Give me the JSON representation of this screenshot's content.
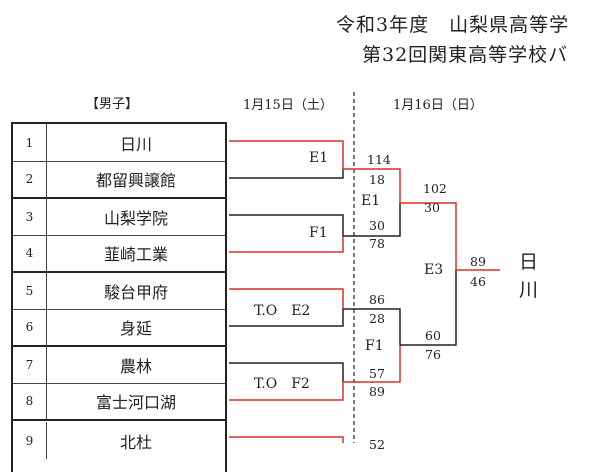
{
  "title": {
    "line1": "令和3年度　山梨県高等学",
    "line2": "第32回関東高等学校バ"
  },
  "section_label": "【男子】",
  "dates": {
    "day1": "1月15日（土）",
    "day2": "1月16日（日）"
  },
  "teams": [
    {
      "seed": "1",
      "name": "日川"
    },
    {
      "seed": "2",
      "name": "都留興譲館"
    },
    {
      "seed": "3",
      "name": "山梨学院"
    },
    {
      "seed": "4",
      "name": "韮崎工業"
    },
    {
      "seed": "5",
      "name": "駿台甲府"
    },
    {
      "seed": "6",
      "name": "身延"
    },
    {
      "seed": "7",
      "name": "農林"
    },
    {
      "seed": "8",
      "name": "富士河口湖"
    },
    {
      "seed": "9",
      "name": "北杜"
    }
  ],
  "bracket": {
    "r1_labels": [
      "E1",
      "F1",
      "T.O　E2",
      "T.O　F2"
    ],
    "r2_top": {
      "court": "E1",
      "score_a": "114",
      "score_b": "18",
      "score_c": "30",
      "score_d": "78"
    },
    "r2_bottom": {
      "court": "F1",
      "score_a": "86",
      "score_b": "28",
      "score_c": "57",
      "score_d": "89"
    },
    "semi": {
      "score_a": "102",
      "score_b": "30",
      "score_c": "60",
      "score_d": "76"
    },
    "final": {
      "court": "E3",
      "score_a": "89",
      "score_b": "46"
    },
    "winner": [
      "日",
      "川"
    ],
    "partial_score": "52"
  },
  "colors": {
    "win_line": "#d9302a",
    "line": "#222222"
  }
}
